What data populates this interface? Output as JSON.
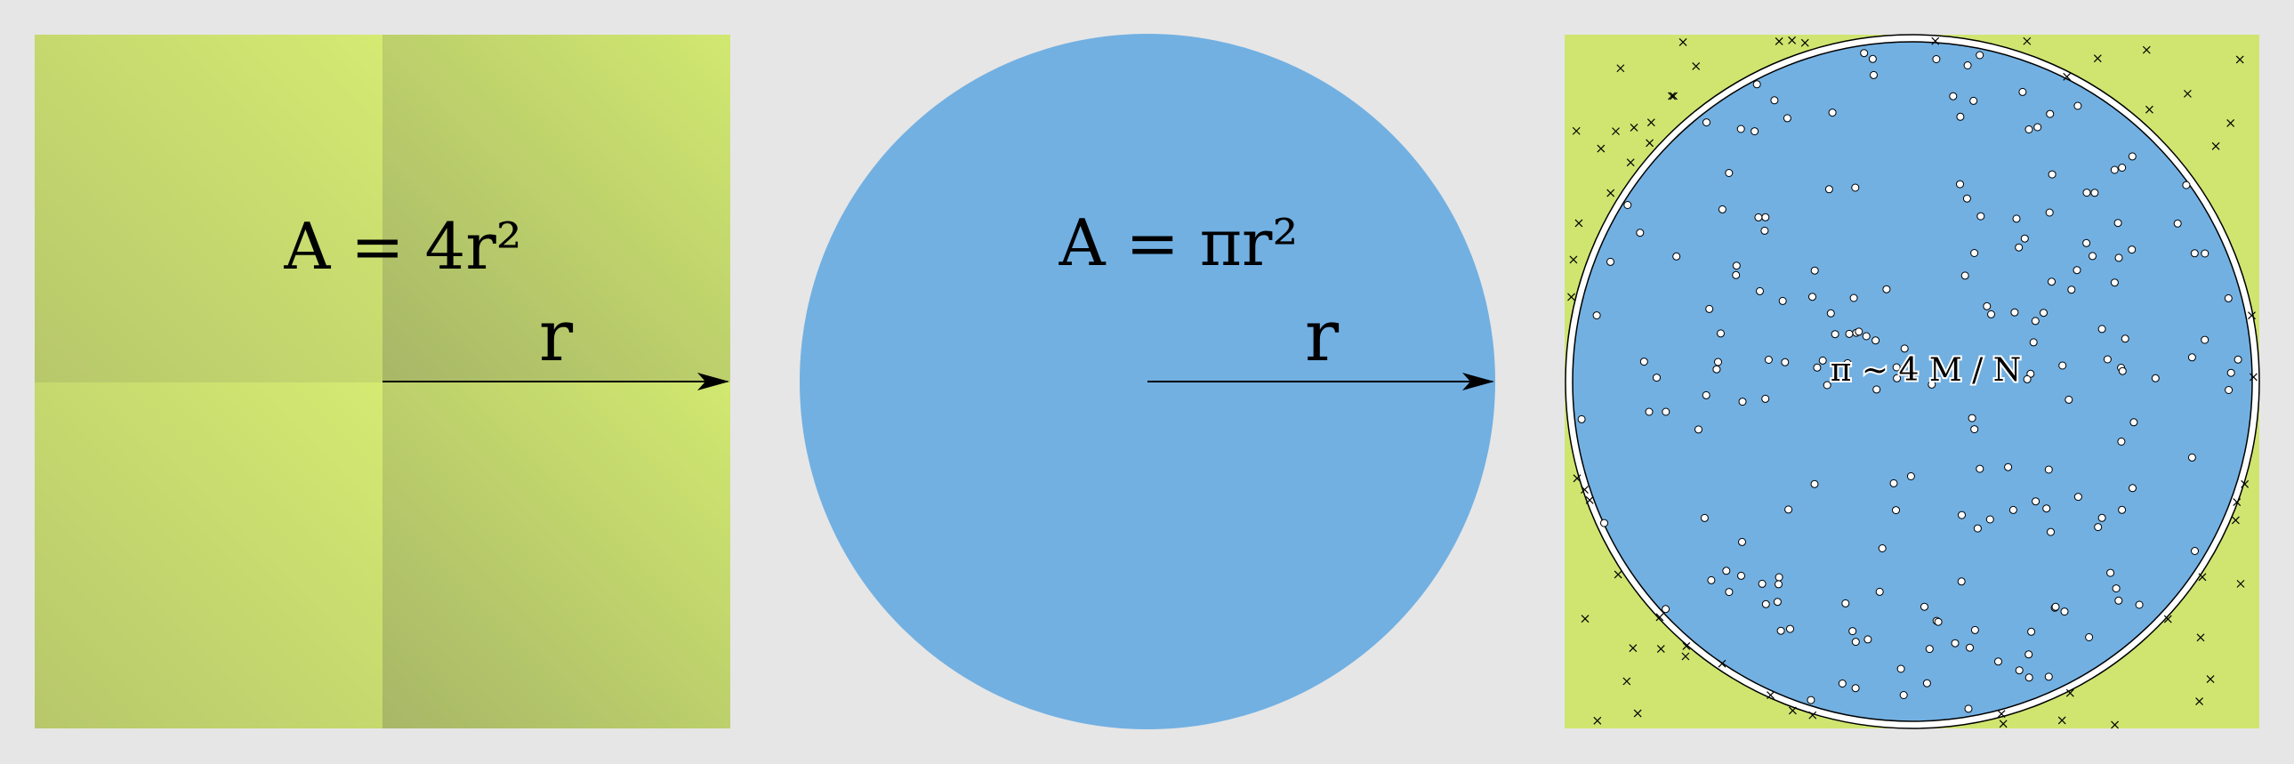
{
  "panels": {
    "square": {
      "formula": "A = 4r²",
      "radius_label": "r",
      "color": "#cfe570"
    },
    "circle": {
      "formula": "A = πr²",
      "radius_label": "r",
      "color": "#72b0e2"
    },
    "monte_carlo": {
      "formula": "π ~ 4 M / N",
      "inside_marker": "circle",
      "outside_marker": "cross",
      "square_color": "#cfe570",
      "circle_color": "#72b0e2"
    }
  },
  "colors": {
    "background": "#e6e6e6",
    "square_dark": "#a7b767",
    "square_light": "#d1e870",
    "circle": "#72b0e2"
  }
}
